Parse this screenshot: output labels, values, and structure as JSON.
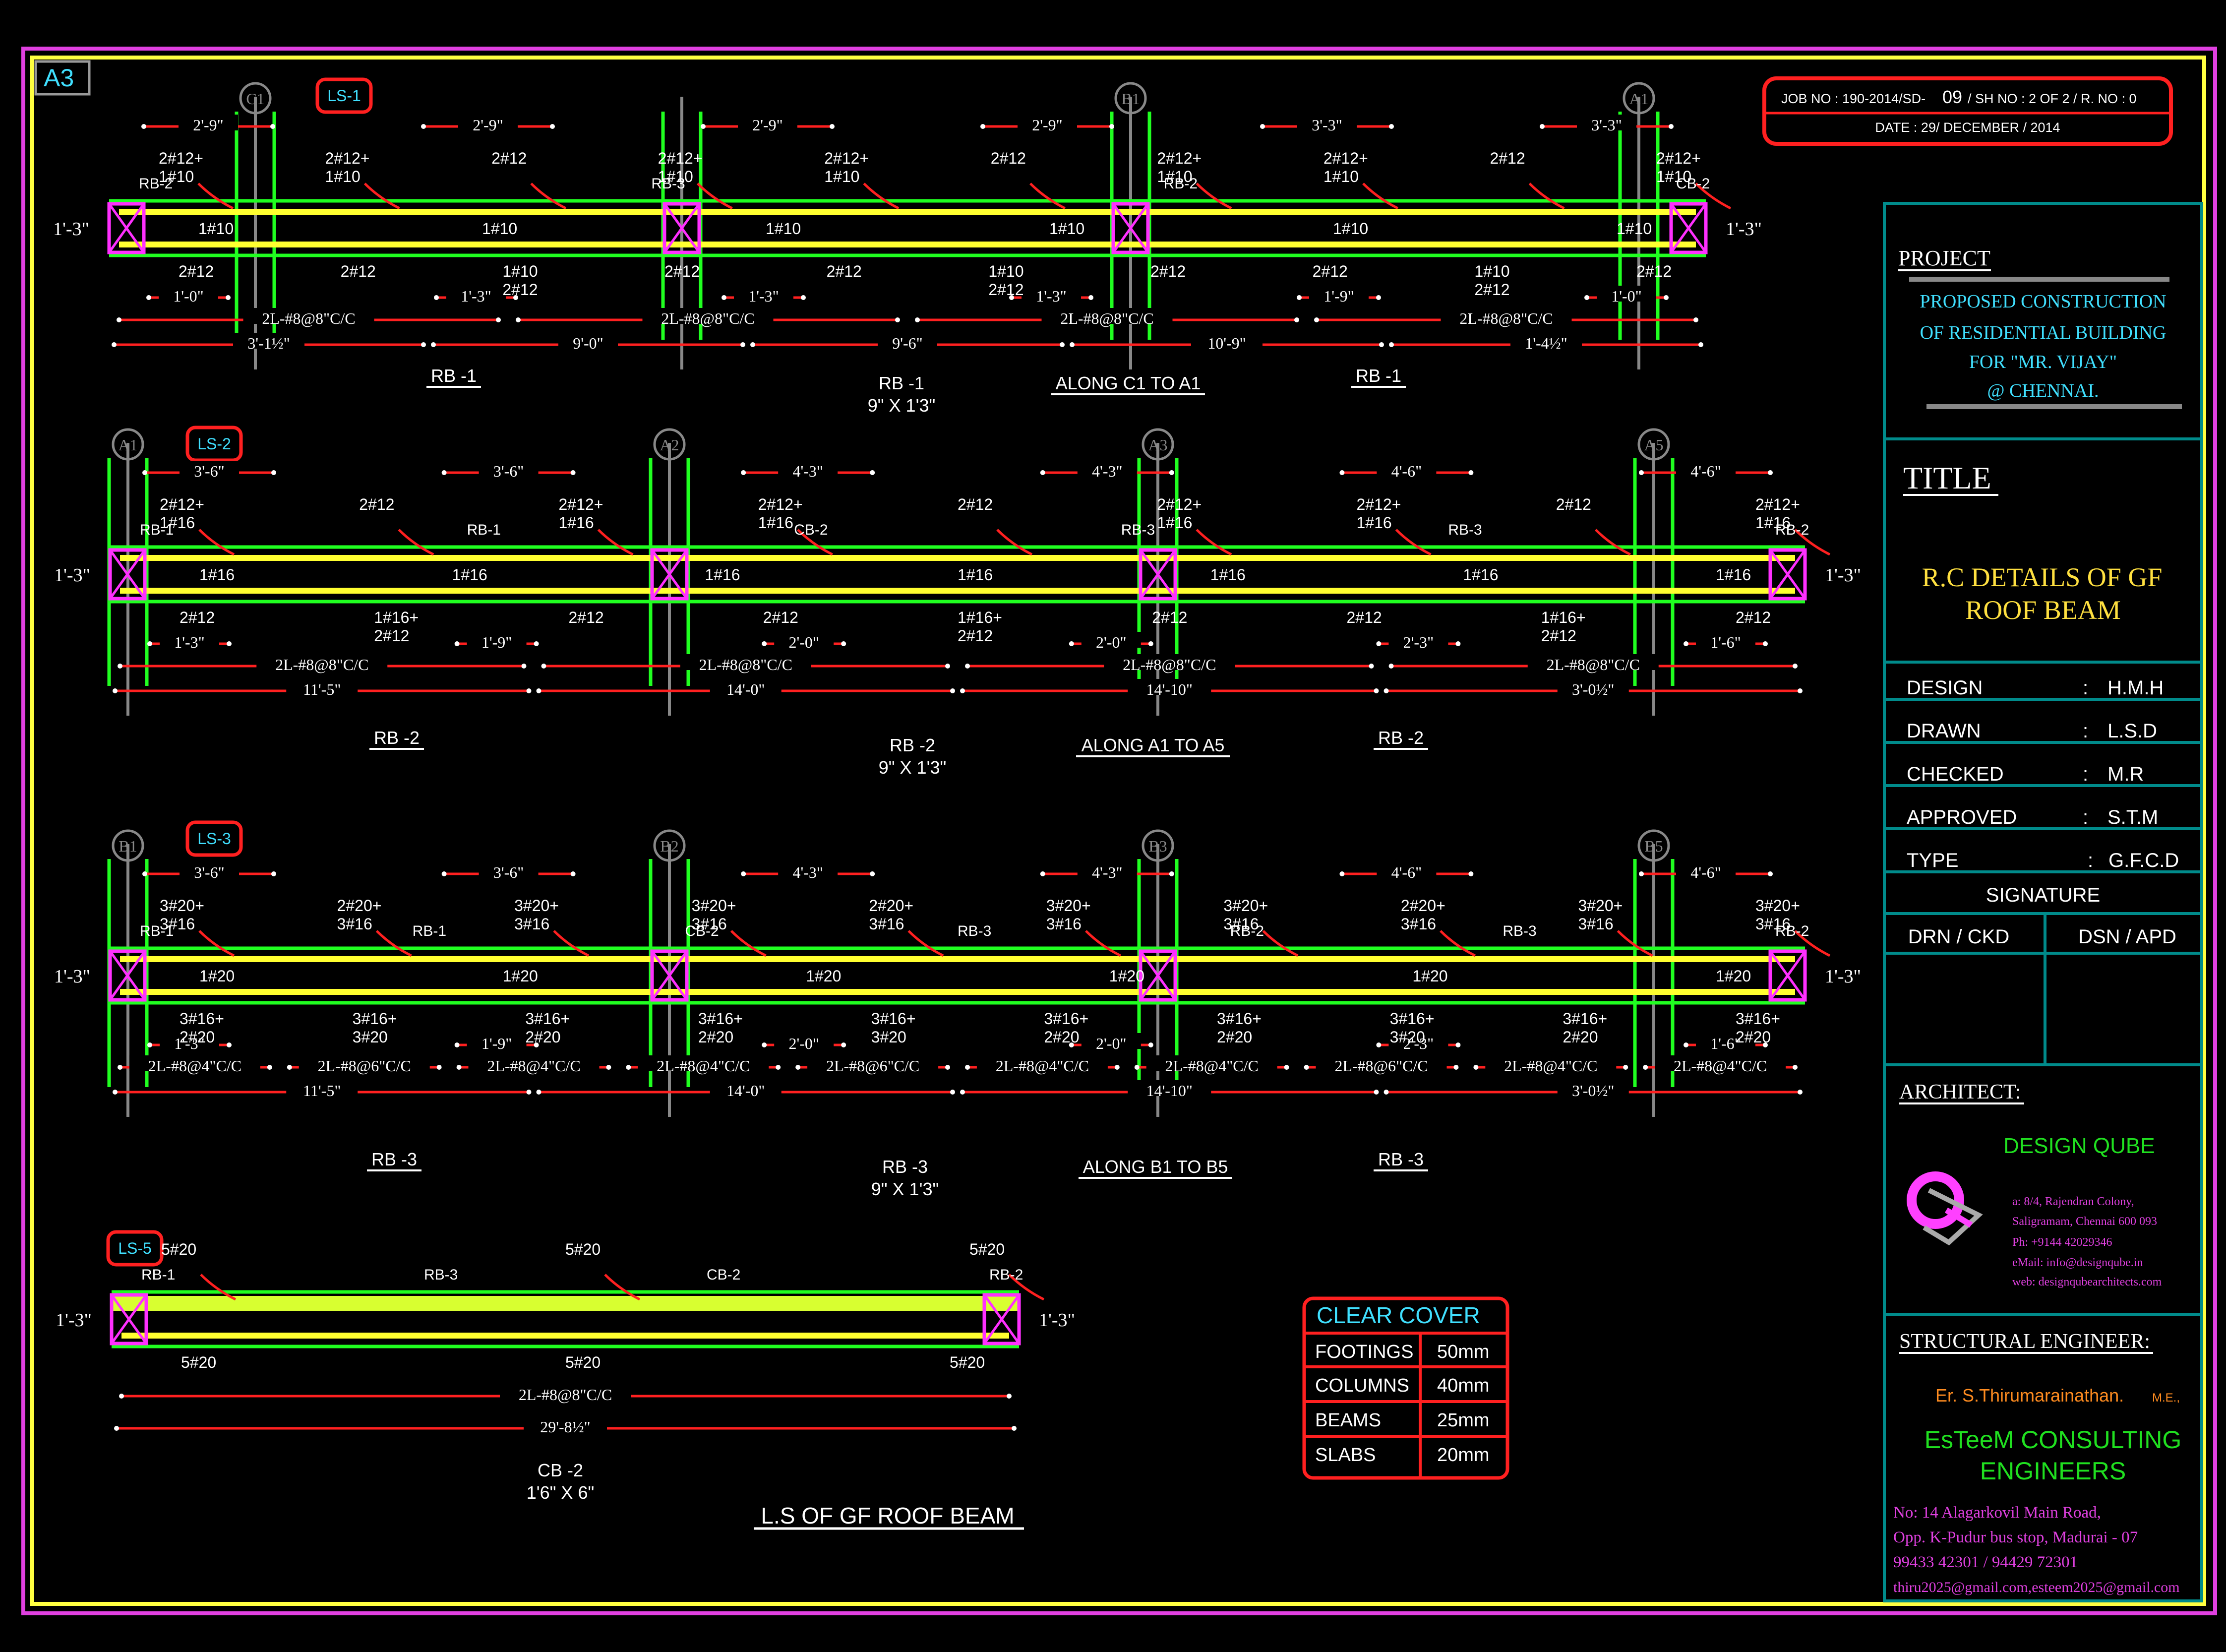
{
  "sheet_size": "A3",
  "header": {
    "job_line_prefix": "JOB NO : 190-2014/SD-",
    "job_sheet_no": "09",
    "job_line_suffix": "/ SH NO : 2 OF 2 / R. NO : 0",
    "date": "DATE : 29/ DECEMBER / 2014"
  },
  "title_block": {
    "project_heading": "PROJECT",
    "project_lines": [
      "PROPOSED CONSTRUCTION",
      "OF RESIDENTIAL BUILDING",
      "FOR \"MR. VIJAY\"",
      "@ CHENNAI."
    ],
    "title_heading": "TITLE",
    "title_lines": [
      "R.C DETAILS OF GF",
      "ROOF BEAM"
    ],
    "rows": [
      {
        "label": "DESIGN",
        "value": "H.M.H"
      },
      {
        "label": "DRAWN",
        "value": "L.S.D"
      },
      {
        "label": "CHECKED",
        "value": "M.R"
      },
      {
        "label": "APPROVED",
        "value": "S.T.M"
      },
      {
        "label": "TYPE",
        "value": "G.F.C.D"
      }
    ],
    "signature_heading": "SIGNATURE",
    "signature_cols": [
      "DRN / CKD",
      "DSN / APD"
    ],
    "architect_heading": "ARCHITECT:",
    "architect_name": "DESIGN QUBE",
    "architect_lines": [
      "a: 8/4, Rajendran Colony,",
      "Saligramam, Chennai 600 093",
      "Ph: +9144 42029346",
      "eMail: info@designqube.in",
      "web: designqubearchitects.com"
    ],
    "structural_heading": "STRUCTURAL ENGINEER:",
    "engineer_name": "Er. S.Thirumarainathan.",
    "engineer_degree": "M.E.,",
    "firm_lines": [
      "EsTeeM CONSULTING",
      "ENGINEERS"
    ],
    "address_lines": [
      "No: 14 Alagarkovil Main Road,",
      "Opp. K-Pudur bus stop, Madurai - 07",
      "99433 42301 / 94429 72301",
      "thiru2025@gmail.com,esteem2025@gmail.com"
    ]
  },
  "clear_cover": {
    "title": "CLEAR COVER",
    "rows": [
      {
        "item": "FOOTINGS",
        "value": "50mm"
      },
      {
        "item": "COLUMNS",
        "value": "40mm"
      },
      {
        "item": "BEAMS",
        "value": "25mm"
      },
      {
        "item": "SLABS",
        "value": "20mm"
      }
    ]
  },
  "main_title": "L.S OF GF ROOF BEAM",
  "beams": [
    {
      "tag": "LS-1",
      "grids": [
        "C1",
        "B1",
        "A1"
      ],
      "depth_left": "1'-3\"",
      "depth_right": "1'-3\"",
      "labels": [
        "RB -1",
        "RB -1",
        "RB -1"
      ],
      "mid_label": "RB -1",
      "mid_size": "9\" X 1'3\"",
      "along": "ALONG C1 TO A1",
      "top_dims": [
        "2'-9\"",
        "2'-9\"",
        "2'-9\"",
        "2'-9\"",
        "3'-3\"",
        "3'-3\""
      ],
      "side_dims": [
        "1'-0\"",
        "1'-3\"",
        "1'-3\"",
        "1'-3\"",
        "1'-9\"",
        "1'-0\""
      ],
      "stirrups": [
        "2L-#8@8\"C/C",
        "2L-#8@8\"C/C",
        "2L-#8@8\"C/C",
        "2L-#8@8\"C/C"
      ],
      "spans": [
        "3'-1½\"",
        "9'-0\"",
        "9'-6\"",
        "10'-9\"",
        "1'-4½\""
      ],
      "bar_top": [
        "2#12+\n1#10",
        "2#12+\n1#10",
        "2#12",
        "2#12+\n1#10",
        "2#12+\n1#10",
        "2#12",
        "2#12+\n1#10",
        "2#12+\n1#10",
        "2#12",
        "2#12+\n1#10"
      ],
      "bar_mid": [
        "1#10",
        "1#10",
        "1#10",
        "1#10",
        "1#10",
        "1#10"
      ],
      "bar_bot": [
        "2#12",
        "2#12",
        "1#10\n2#12",
        "2#12",
        "2#12",
        "1#10\n2#12",
        "2#12",
        "2#12",
        "1#10\n2#12",
        "2#12"
      ],
      "callouts": [
        "RB-2",
        "RB-3",
        "RB-2",
        "CB-2"
      ]
    },
    {
      "tag": "LS-2",
      "grids": [
        "A1",
        "A2",
        "A3",
        "A5"
      ],
      "depth_left": "1'-3\"",
      "depth_right": "1'-3\"",
      "labels": [
        "RB -2",
        "RB -2"
      ],
      "mid_label": "RB -2",
      "mid_size": "9\" X 1'3\"",
      "along": "ALONG A1 TO A5",
      "top_dims": [
        "3'-6\"",
        "3'-6\"",
        "4'-3\"",
        "4'-3\"",
        "4'-6\"",
        "4'-6\""
      ],
      "side_dims": [
        "1'-3\"",
        "1'-9\"",
        "2'-0\"",
        "2'-0\"",
        "2'-3\"",
        "1'-6\""
      ],
      "stirrups": [
        "2L-#8@8\"C/C",
        "2L-#8@8\"C/C",
        "2L-#8@8\"C/C",
        "2L-#8@8\"C/C"
      ],
      "spans": [
        "11'-5\"",
        "14'-0\"",
        "14'-10\"",
        "3'-0½\""
      ],
      "bar_top": [
        "2#12+\n1#16",
        "2#12",
        "2#12+\n1#16",
        "2#12+\n1#16",
        "2#12",
        "2#12+\n1#16",
        "2#12+\n1#16",
        "2#12",
        "2#12+\n1#16"
      ],
      "bar_mid": [
        "1#16",
        "1#16",
        "1#16",
        "1#16",
        "1#16",
        "1#16",
        "1#16"
      ],
      "bar_bot": [
        "2#12",
        "1#16+\n2#12",
        "2#12",
        "2#12",
        "1#16+\n2#12",
        "2#12",
        "2#12",
        "1#16+\n2#12",
        "2#12"
      ],
      "callouts": [
        "RB-1",
        "RB-1",
        "CB-2",
        "RB-3",
        "RB-3",
        "RB-2"
      ]
    },
    {
      "tag": "LS-3",
      "grids": [
        "B1",
        "B2",
        "B3",
        "B5"
      ],
      "depth_left": "1'-3\"",
      "depth_right": "1'-3\"",
      "labels": [
        "RB -3",
        "RB -3"
      ],
      "mid_label": "RB -3",
      "mid_size": "9\" X 1'3\"",
      "along": "ALONG B1 TO B5",
      "top_dims": [
        "3'-6\"",
        "3'-6\"",
        "4'-3\"",
        "4'-3\"",
        "4'-6\"",
        "4'-6\""
      ],
      "side_dims": [
        "1'-3\"",
        "1'-9\"",
        "2'-0\"",
        "2'-0\"",
        "2'-3\"",
        "1'-6\""
      ],
      "stirrups": [
        "2L-#8@4\"C/C",
        "2L-#8@6\"C/C",
        "2L-#8@4\"C/C",
        "2L-#8@4\"C/C",
        "2L-#8@6\"C/C",
        "2L-#8@4\"C/C",
        "2L-#8@4\"C/C",
        "2L-#8@6\"C/C",
        "2L-#8@4\"C/C",
        "2L-#8@4\"C/C"
      ],
      "spans": [
        "11'-5\"",
        "14'-0\"",
        "14'-10\"",
        "3'-0½\""
      ],
      "bar_top": [
        "3#20+\n3#16",
        "2#20+\n3#16",
        "3#20+\n3#16",
        "3#20+\n3#16",
        "2#20+\n3#16",
        "3#20+\n3#16",
        "3#20+\n3#16",
        "2#20+\n3#16",
        "3#20+\n3#16",
        "3#20+\n3#16"
      ],
      "bar_mid": [
        "1#20",
        "1#20",
        "1#20",
        "1#20",
        "1#20",
        "1#20"
      ],
      "bar_bot": [
        "3#16+\n2#20",
        "3#16+\n3#20",
        "3#16+\n2#20",
        "3#16+\n2#20",
        "3#16+\n3#20",
        "3#16+\n2#20",
        "3#16+\n2#20",
        "3#16+\n3#20",
        "3#16+\n2#20",
        "3#16+\n2#20"
      ],
      "callouts": [
        "RB-1",
        "RB-1",
        "CB-2",
        "RB-3",
        "RB-2",
        "RB-3",
        "RB-2"
      ]
    },
    {
      "tag": "LS-5",
      "grids": [],
      "depth_left": "1'-3\"",
      "depth_right": "1'-3\"",
      "labels": [],
      "mid_label": "CB -2",
      "mid_size": "1'6\" X 6\"",
      "along": "",
      "top_dims": [],
      "side_dims": [],
      "stirrups": [
        "2L-#8@8\"C/C"
      ],
      "spans": [
        "29'-8½\""
      ],
      "bar_top": [
        "5#20",
        "5#20",
        "5#20"
      ],
      "bar_mid": [],
      "bar_bot": [
        "5#20",
        "5#20",
        "5#20"
      ],
      "callouts": [
        "RB-1",
        "RB-3",
        "CB-2",
        "RB-2"
      ]
    }
  ]
}
